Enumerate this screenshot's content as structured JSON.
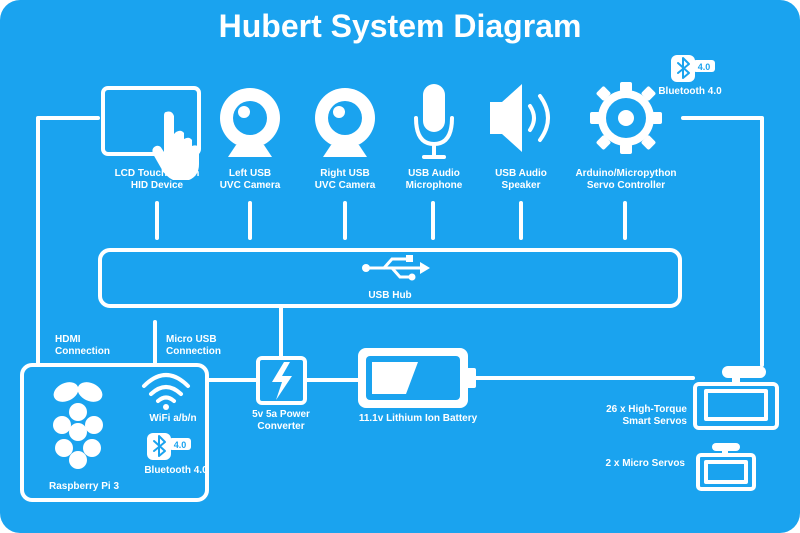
{
  "title": "Hubert System Diagram",
  "colors": {
    "background": "#1AA3EF",
    "foreground": "#FFFFFF"
  },
  "devices": [
    {
      "label": "LCD Touchscreen\nHID Device",
      "icon": "touchscreen-icon"
    },
    {
      "label": "Left USB\nUVC Camera",
      "icon": "webcam-icon"
    },
    {
      "label": "Right USB\nUVC Camera",
      "icon": "webcam-icon"
    },
    {
      "label": "USB Audio\nMicrophone",
      "icon": "microphone-icon"
    },
    {
      "label": "USB Audio\nSpeaker",
      "icon": "speaker-icon"
    },
    {
      "label": "Arduino/Micropython\nServo Controller",
      "icon": "gear-icon"
    }
  ],
  "controller_bluetooth": {
    "label": "Bluetooth 4.0",
    "badge": "4.0"
  },
  "usb_hub": {
    "label": "USB Hub",
    "icon": "usb-icon"
  },
  "connections": {
    "hdmi": "HDMI\nConnection",
    "micro_usb": "Micro USB\nConnection"
  },
  "raspberry_pi": {
    "label": "Raspberry Pi 3",
    "wifi_label": "WiFi a/b/n",
    "bluetooth_label": "Bluetooth 4.0",
    "bluetooth_badge": "4.0"
  },
  "power_converter": {
    "label": "5v 5a Power\nConverter",
    "icon": "lightning-icon"
  },
  "battery": {
    "label": "11.1v Lithium Ion Battery",
    "icon": "battery-icon"
  },
  "servos": {
    "high_torque_label": "26 x High-Torque\nSmart Servos",
    "micro_label": "2 x Micro Servos"
  }
}
